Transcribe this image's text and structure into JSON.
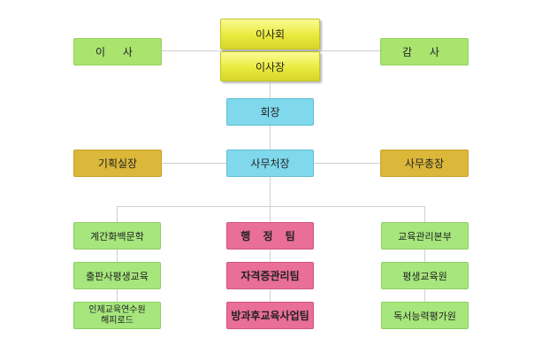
{
  "nodes": {
    "board": "이사회",
    "chairman": "이사장",
    "director": "이 사",
    "auditor": "감 사",
    "president": "회장",
    "secretariat": "사무처장",
    "planning": "기획실장",
    "secretary_general": "사무총장",
    "calligraphy": "계간화백문학",
    "publishing": "출판사평생교육",
    "training_line1": "인제교육연수원",
    "training_line2": "해피로드",
    "admin_team": "행 정 팀",
    "cert_team": "자격증관리팀",
    "afterschool_team": "방과후교육사업팀",
    "edu_hq": "교육관리본부",
    "lifelong_edu": "평생교육원",
    "reading_eval": "독서능력평가원"
  },
  "colors": {
    "board_yellow": "#eaea3e",
    "director_green": "#a9e46f",
    "staff_gold": "#dbb73a",
    "exec_blue": "#7fd8ec",
    "unit_green": "#a6e67c",
    "team_pink": "#e96e98",
    "connector": "#cfcfcf"
  }
}
